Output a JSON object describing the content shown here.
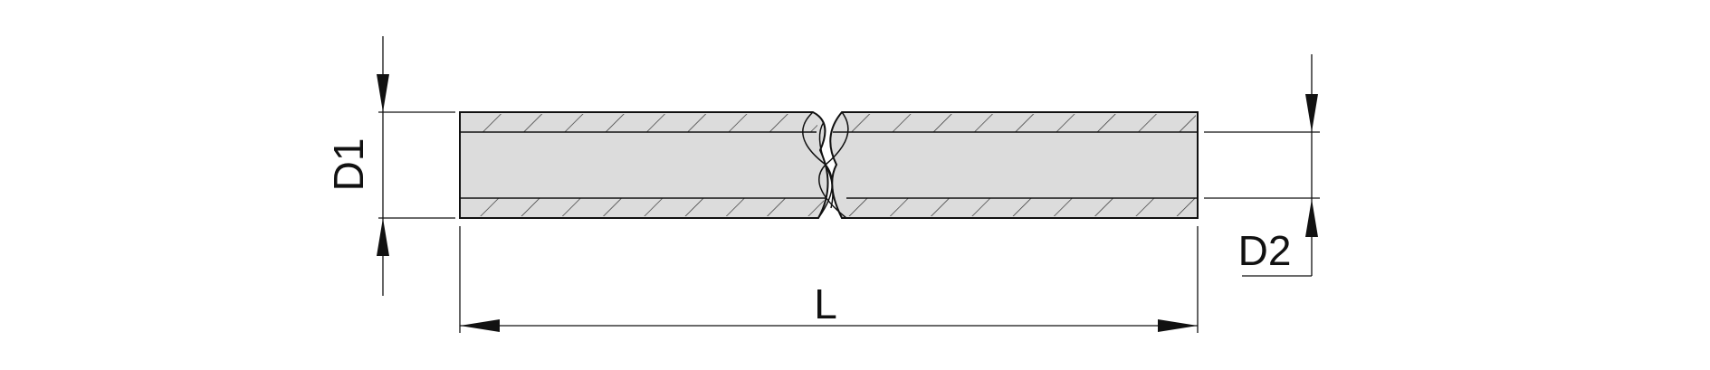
{
  "labels": {
    "diameter_outer": "D1",
    "diameter_inner": "D2",
    "length": "L"
  },
  "colors": {
    "line": "#111111",
    "body_fill": "#dcdcdc",
    "background": "#ffffff"
  }
}
